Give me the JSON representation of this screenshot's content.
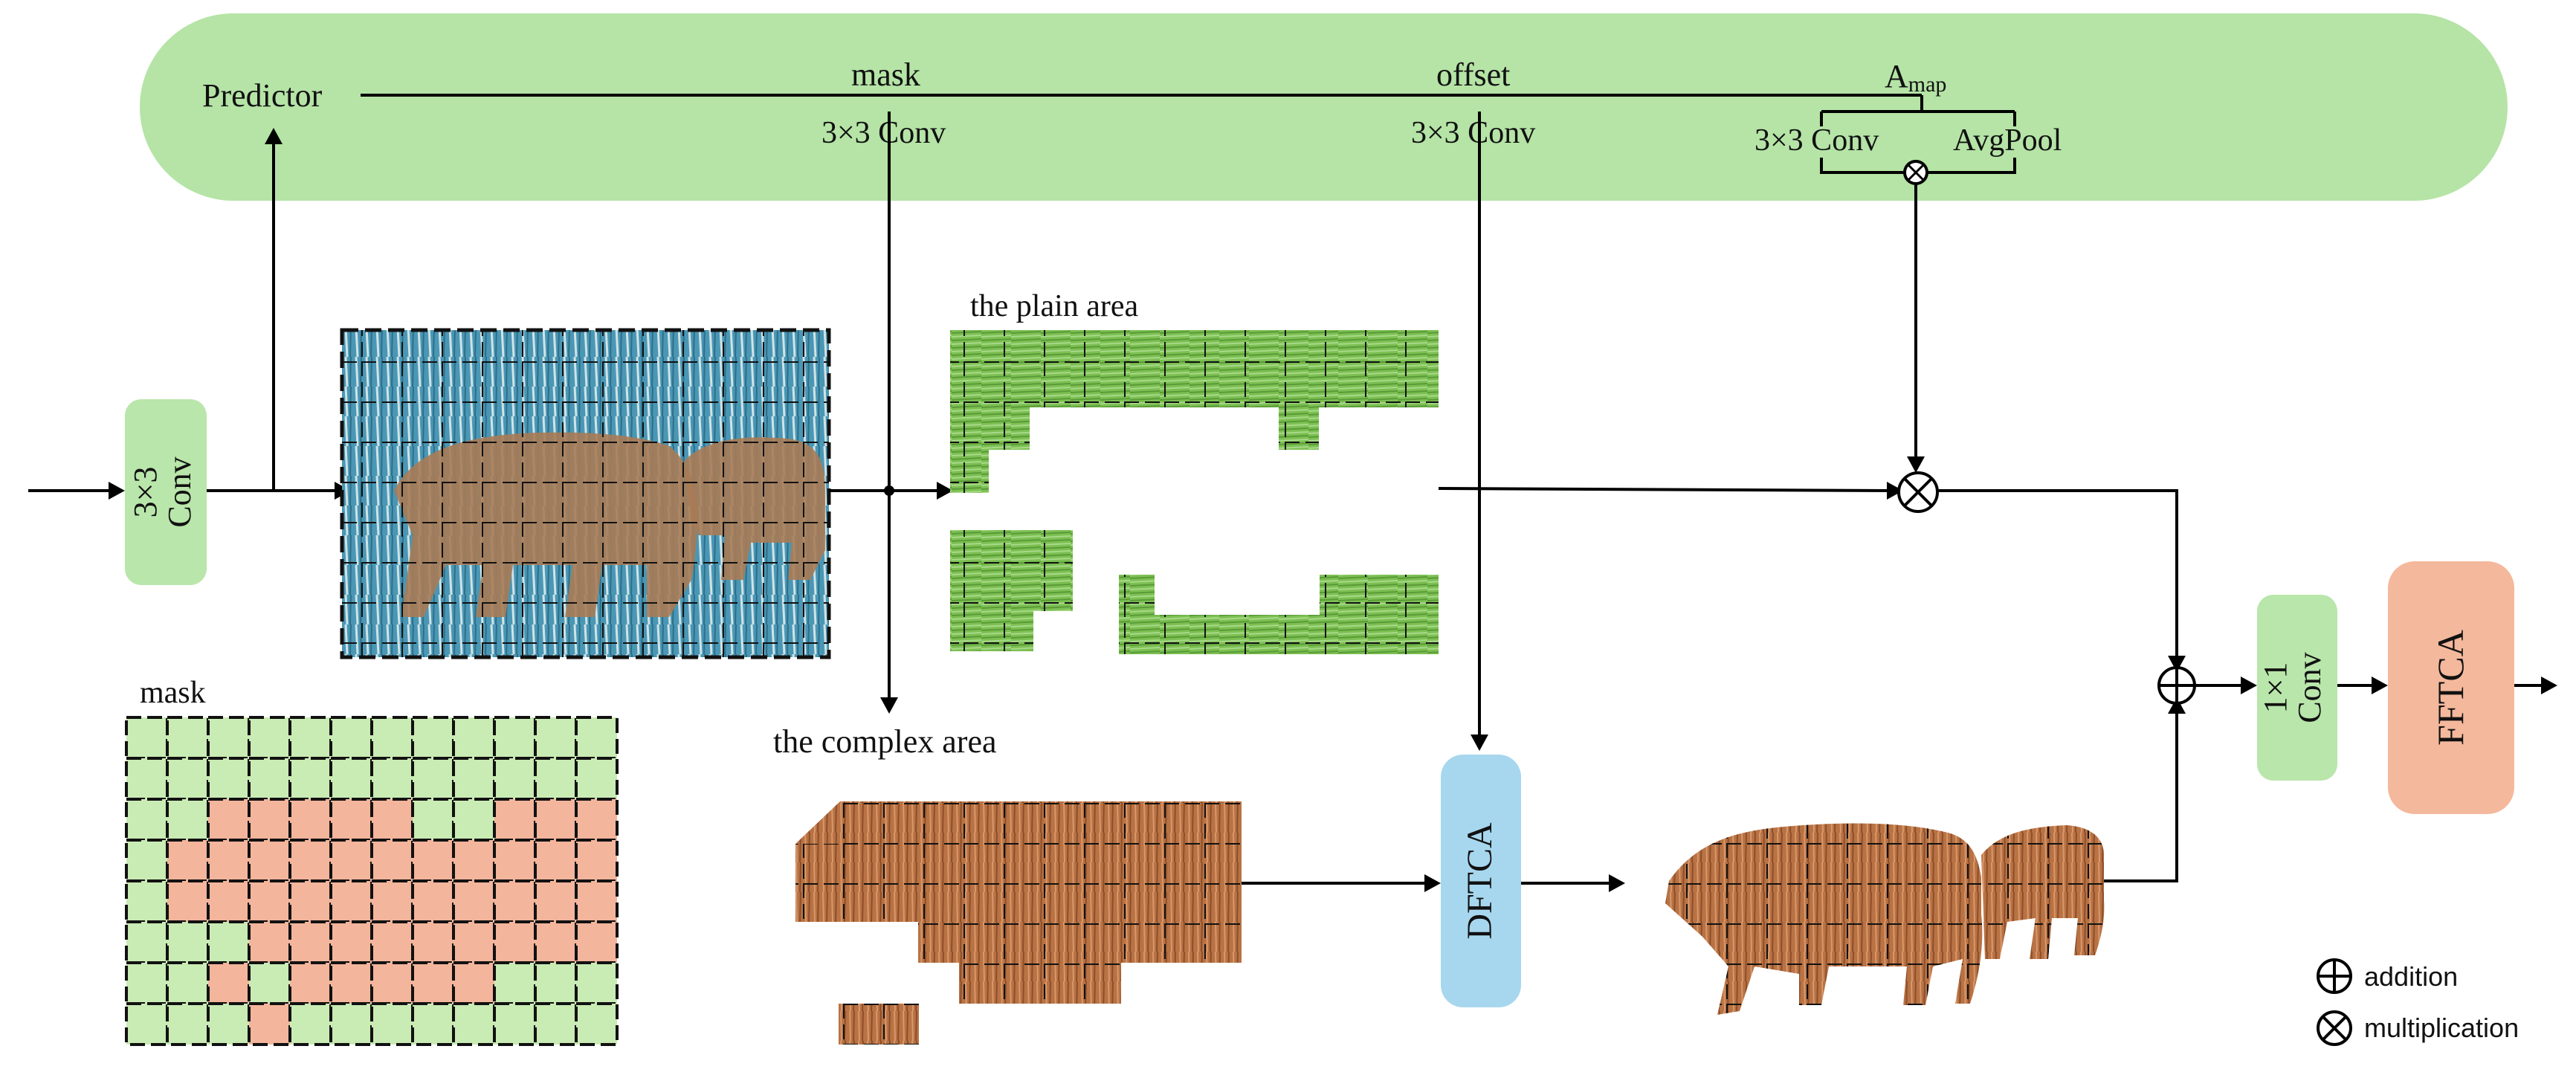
{
  "labels": {
    "predictor": "Predictor",
    "mask_top": "mask",
    "offset": "offset",
    "amap_main": "A",
    "amap_sub": "map",
    "conv_mask": "3×3 Conv",
    "conv_offset": "3×3 Conv",
    "conv_amap": "3×3 Conv",
    "avgpool": "AvgPool",
    "plain_area": "the plain area",
    "complex_area": "the  complex area",
    "mask_grid": "mask"
  },
  "blocks": {
    "input_conv_line1": "3×3",
    "input_conv_line2": "Conv",
    "dftca": "DFTCA",
    "out_conv_line1": "1×1",
    "out_conv_line2": "Conv",
    "fftca": "FFTCA"
  },
  "legend": {
    "addition": "addition",
    "multiplication": "multiplication"
  },
  "colors": {
    "predictor_band": "#b5e4a6",
    "conv_block": "#b9e6aa",
    "dftca_block": "#a7d7ee",
    "fftca_block": "#f4b89c",
    "mask_plain_cell": "#c9ebb4",
    "mask_complex_cell": "#f3b59c",
    "plain_texture": "#6fb54a",
    "complex_texture": "#b36a3c",
    "scene_water": "#3f8fb0"
  },
  "mask_grid": [
    "000000000000",
    "000000000000",
    "001111100111",
    "011111111111",
    "011111111111",
    "000111111111",
    "001011111000",
    "000100000000"
  ]
}
